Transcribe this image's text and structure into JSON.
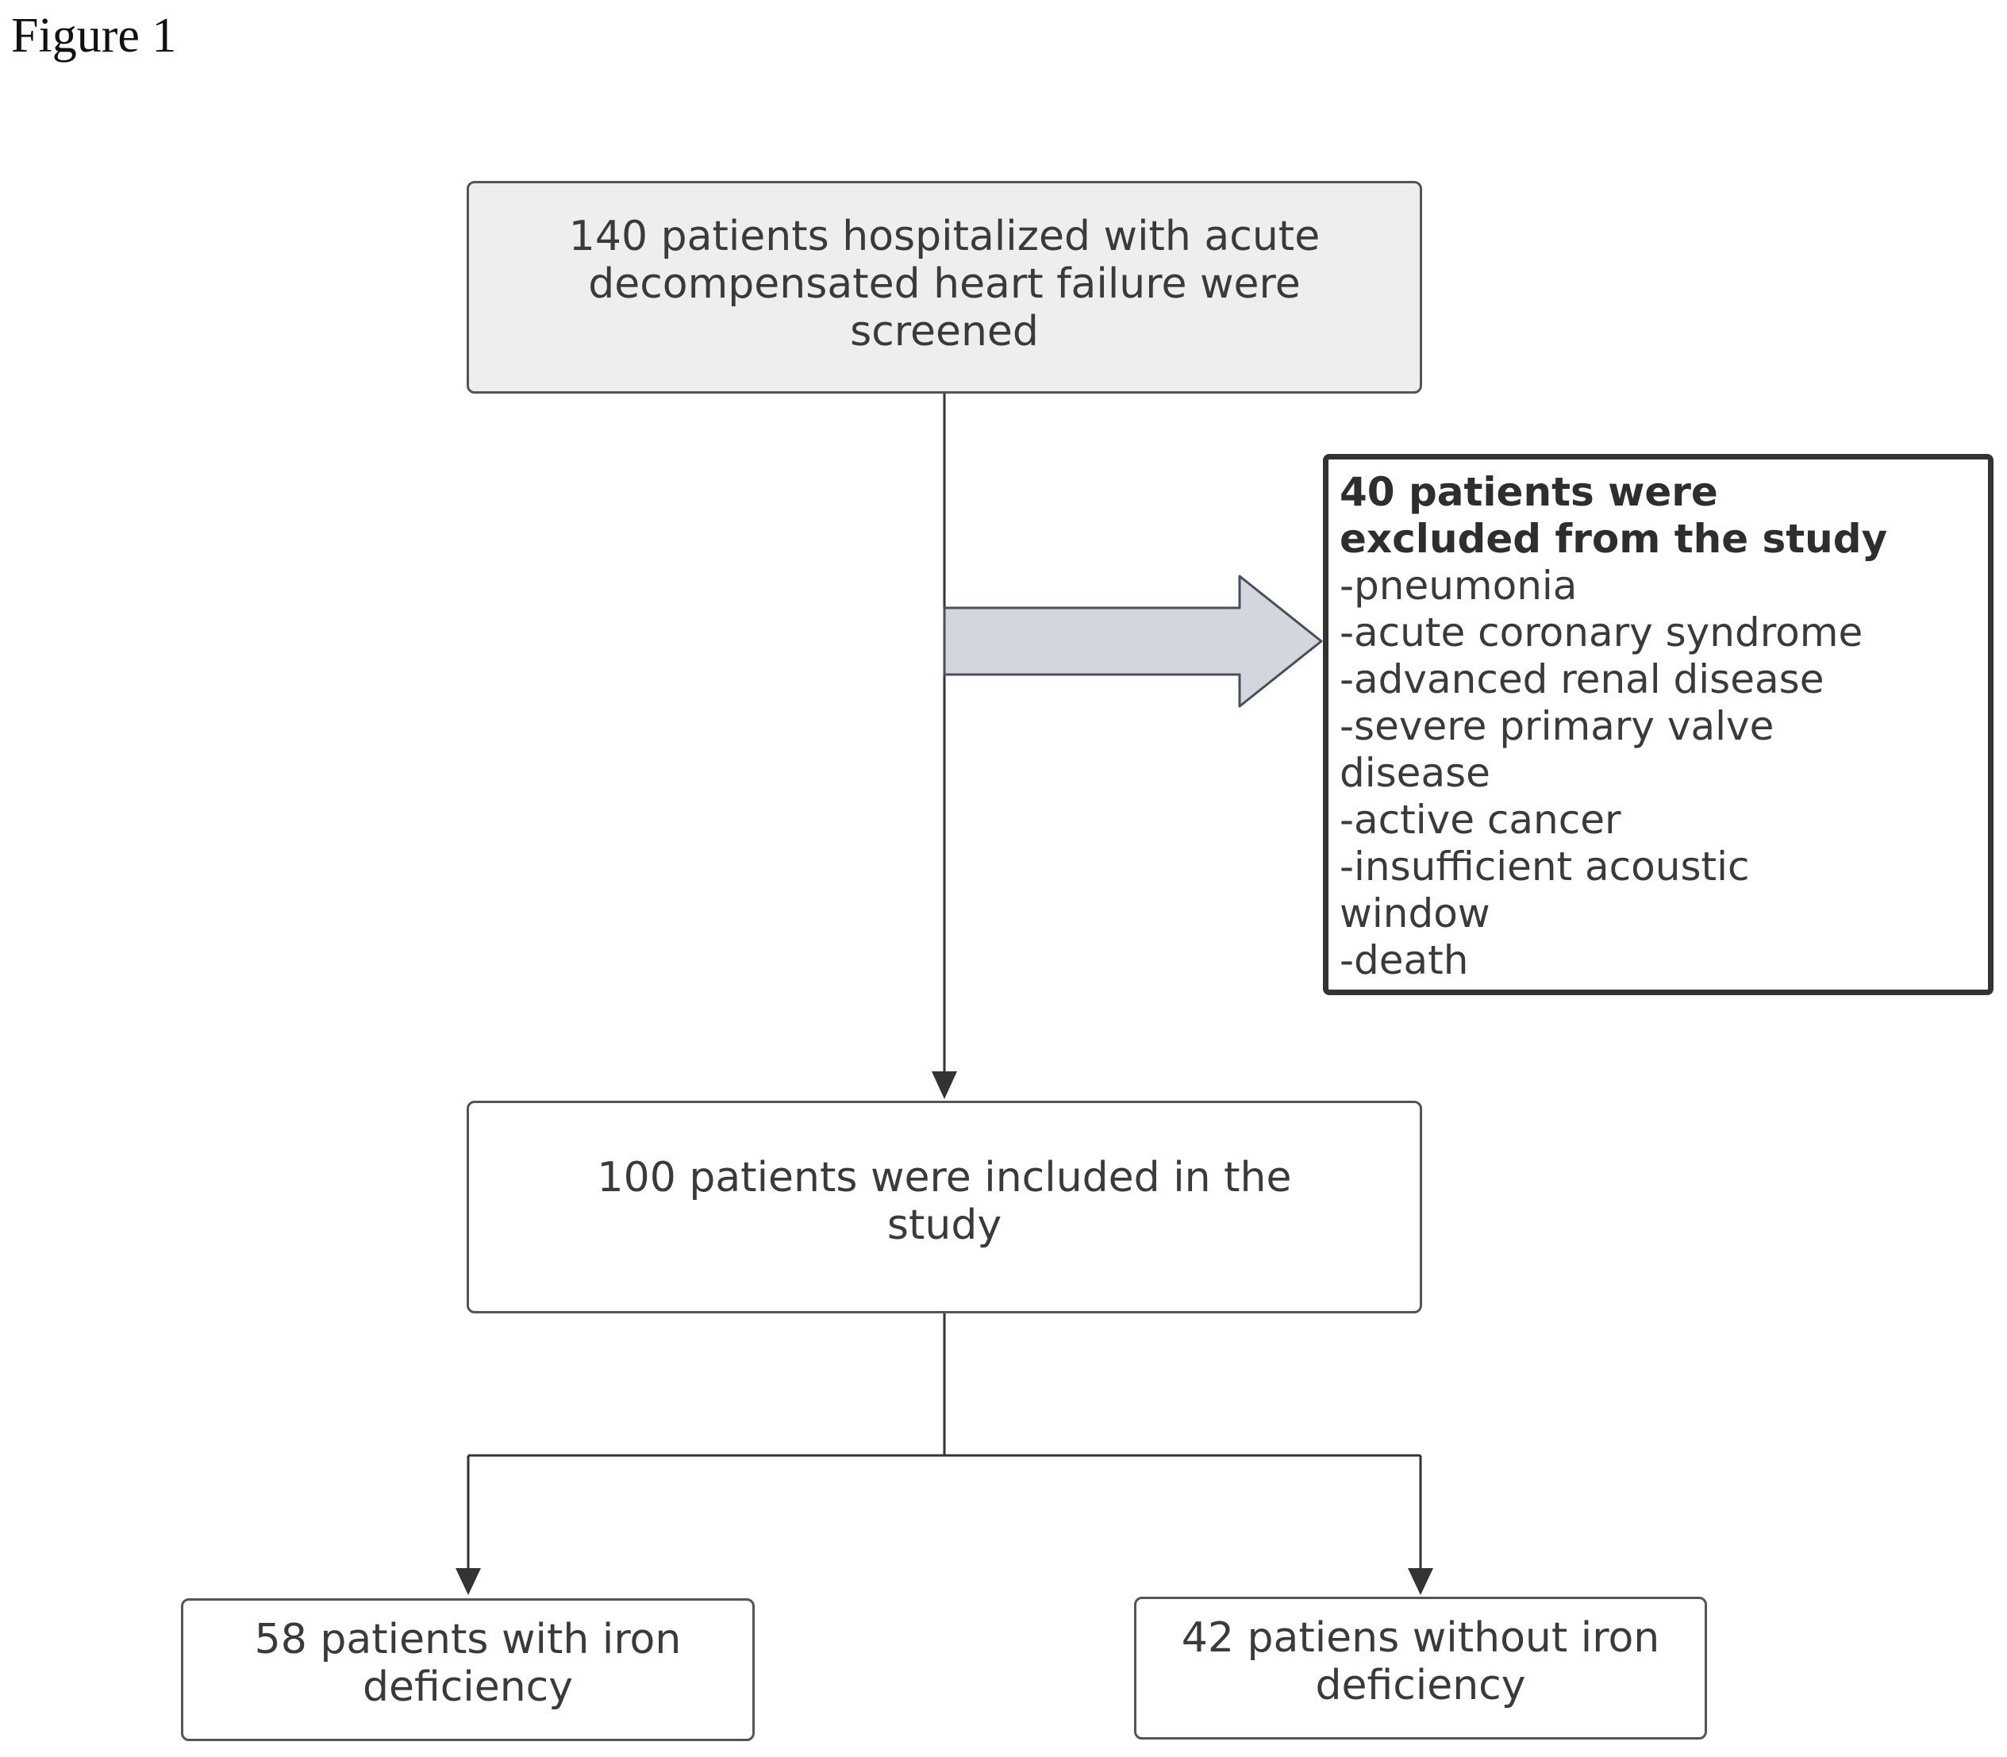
{
  "figure_label": "Figure 1",
  "boxes": {
    "screened": [
      "140  patients hospitalized with acute",
      "decompensated heart failure were",
      "screened"
    ],
    "excluded": {
      "heading": [
        "40 patients were",
        "excluded from the study"
      ],
      "items": [
        "-pneumonia",
        "-acute coronary syndrome",
        "-advanced renal disease",
        "-severe primary valve",
        "disease",
        "-active cancer",
        "-insufficient acoustic",
        "window",
        "-death"
      ]
    },
    "included": [
      "100 patients were included in the",
      "study"
    ],
    "iron_deficiency": [
      "58 patients with iron",
      "deficiency"
    ],
    "no_iron_deficiency": [
      "42 patiens without iron",
      "deficiency"
    ]
  },
  "colors": {
    "box_border": "#555555",
    "screened_fill": "#eeeeee",
    "arrow_fill": "#d3d6dc",
    "arrow_stroke": "#4a4f5c",
    "connector": "#333333"
  }
}
